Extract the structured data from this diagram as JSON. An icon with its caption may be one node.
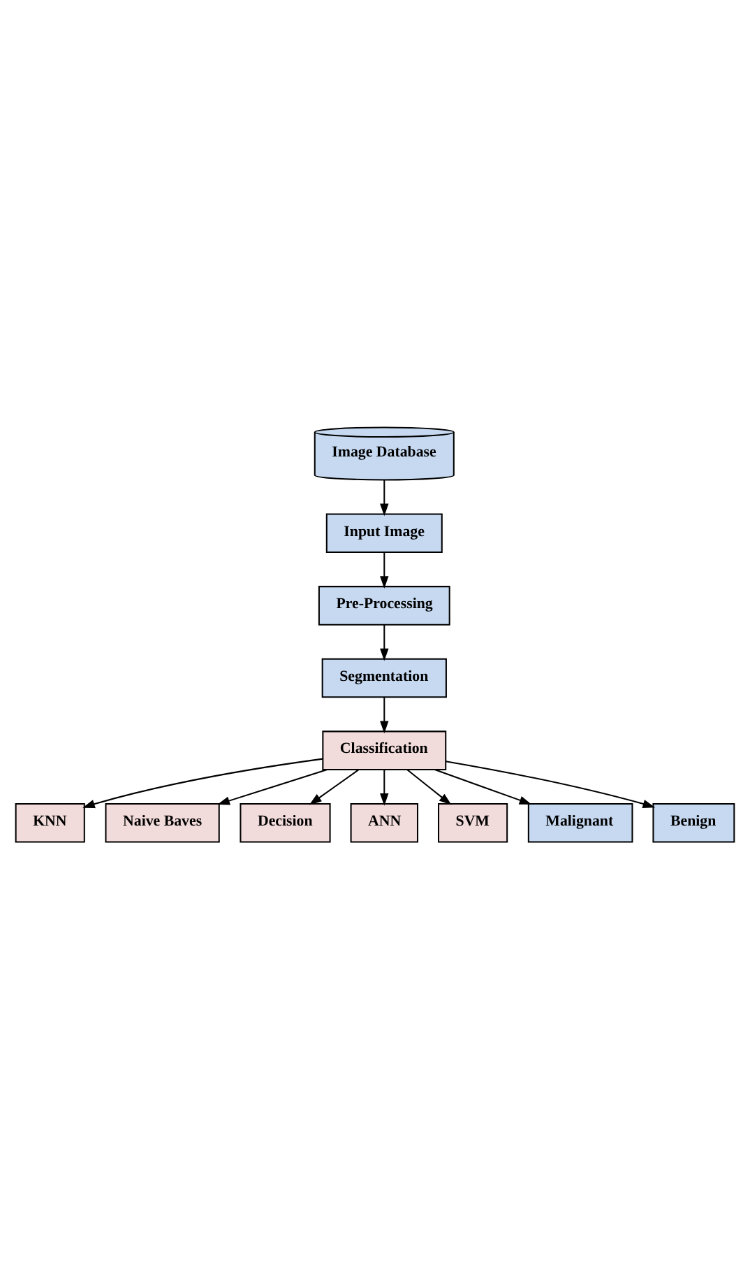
{
  "diagram": {
    "nodes": [
      {
        "text": [
          "Image Database"
        ]
      },
      {
        "text": [
          "Input Image"
        ]
      },
      {
        "text": [
          "Pre-Processing"
        ]
      },
      {
        "text": [
          "Segmentation"
        ]
      },
      {
        "text": [
          "Classification"
        ]
      },
      {
        "text": [
          "KNN"
        ]
      },
      {
        "text": [
          "Naive Baves"
        ]
      },
      {
        "text": [
          "Decision"
        ]
      },
      {
        "text": [
          "ANN"
        ]
      },
      {
        "text": [
          "SVM"
        ]
      },
      {
        "text": [
          "Malignant"
        ]
      },
      {
        "text": [
          "Benign"
        ]
      }
    ],
    "edges": [
      {
        "from": 0,
        "to": 1,
        "arrow": "to"
      },
      {
        "from": 1,
        "to": 2,
        "arrow": "to"
      },
      {
        "from": 2,
        "to": 3,
        "arrow": "to"
      },
      {
        "from": 3,
        "to": 4,
        "arrow": "to"
      },
      {
        "from": 4,
        "to": 5,
        "arrow": "to"
      },
      {
        "from": 4,
        "to": 6,
        "arrow": "to"
      },
      {
        "from": 4,
        "to": 7,
        "arrow": "to"
      },
      {
        "from": 4,
        "to": 8,
        "arrow": "to"
      },
      {
        "from": 4,
        "to": 9,
        "arrow": "to"
      },
      {
        "from": 4,
        "to": 10,
        "arrow": "to"
      },
      {
        "from": 4,
        "to": 11,
        "arrow": "to"
      }
    ]
  }
}
